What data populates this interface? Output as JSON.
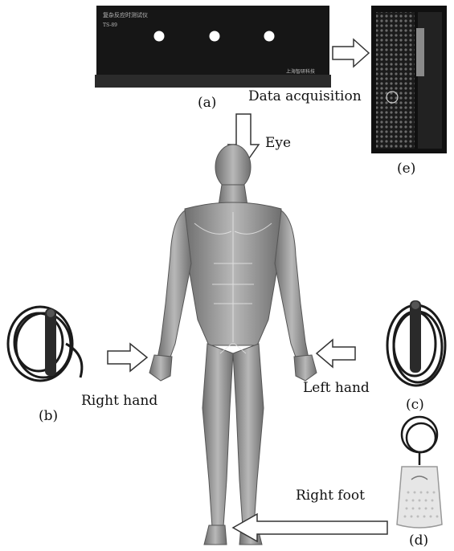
{
  "panel_a": {
    "label": "(a)",
    "device_text_line1": "复杂反应时测试仪",
    "device_text_line2": "TS-89",
    "device_text_corner": "上海智研科技"
  },
  "panel_b": {
    "label": "(b)"
  },
  "panel_c": {
    "label": "(c)"
  },
  "panel_d": {
    "label": "(d)"
  },
  "panel_e": {
    "label": "(e)"
  },
  "labels": {
    "data_acquisition": "Data acquisition",
    "eye": "Eye",
    "right_hand": "Right hand",
    "left_hand": "Left hand",
    "right_foot": "Right foot"
  },
  "colors": {
    "device_black": "#111111",
    "arrow_stroke": "#333333",
    "muscle": "#9a9a9a",
    "pedal": "#e6e6e6"
  }
}
